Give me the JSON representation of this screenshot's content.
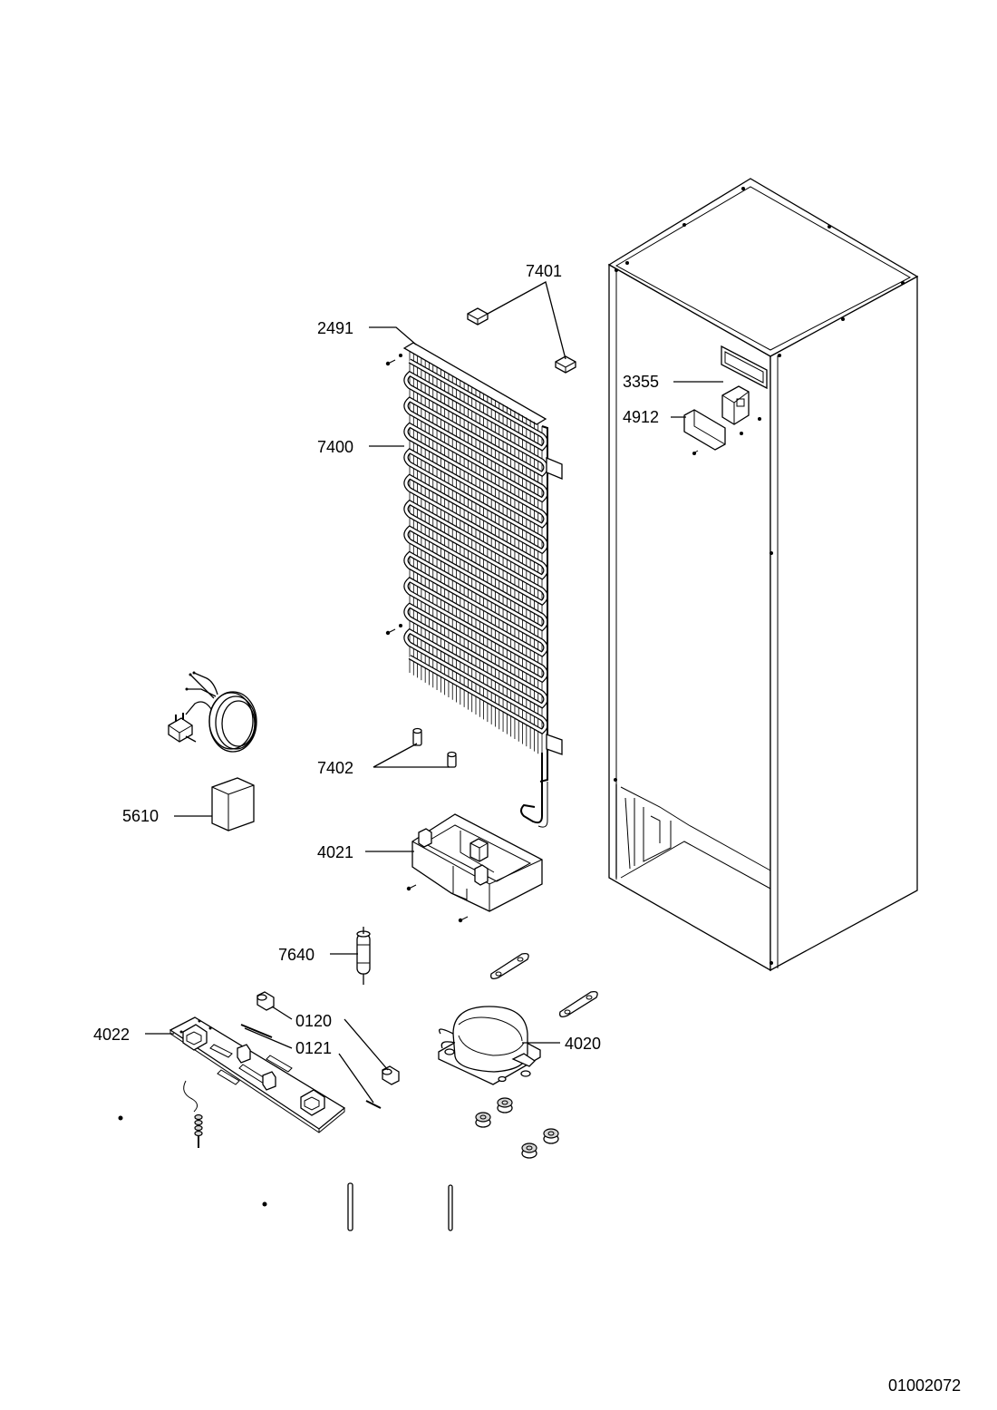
{
  "labels": {
    "p7401": "7401",
    "p2491": "2491",
    "p7400": "7400",
    "p3355": "3355",
    "p4912": "4912",
    "p7402": "7402",
    "p5610": "5610",
    "p4021": "4021",
    "p7640": "7640",
    "p0120": "0120",
    "p0121": "0121",
    "p4022": "4022",
    "p4020": "4020"
  },
  "drawing_number": "01002072"
}
